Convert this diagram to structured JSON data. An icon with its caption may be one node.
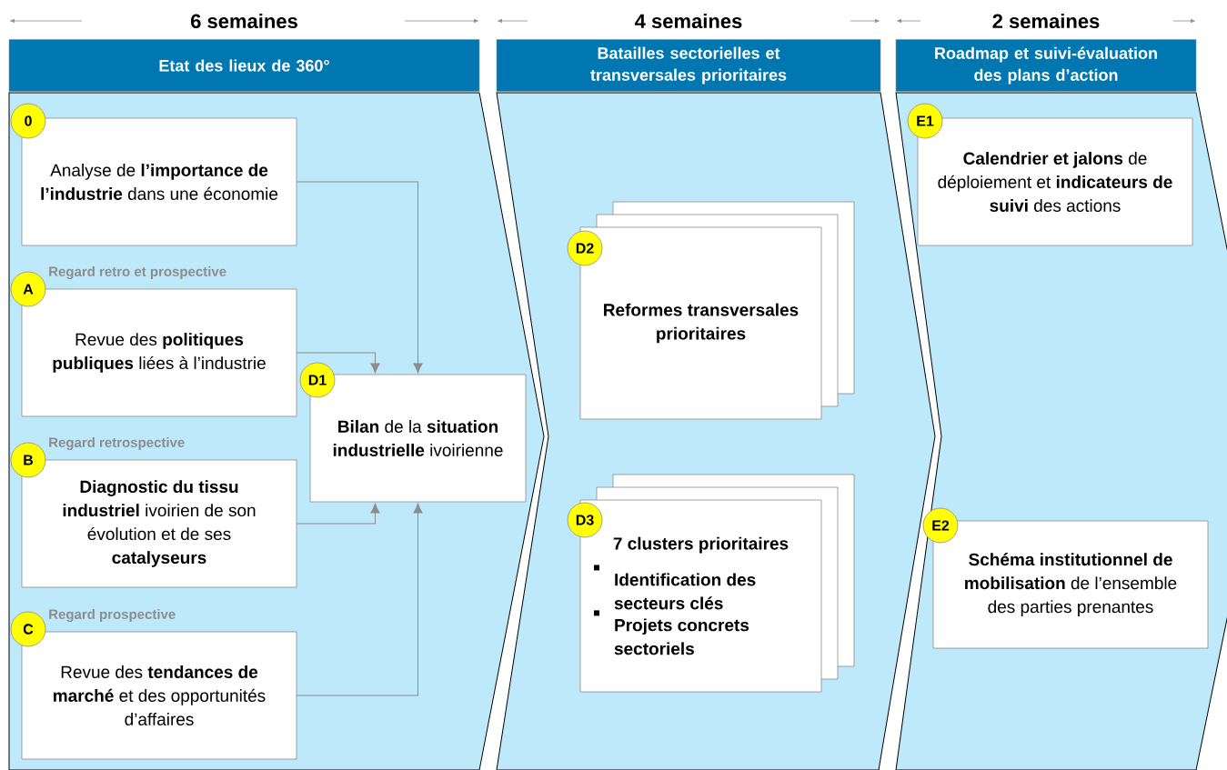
{
  "diagram": {
    "nodes": [
      {
        "text": [
          "Etat des lieux de 360°"
        ],
        "beside": [
          "6 semaines"
        ]
      },
      {
        "text": [
          "Batailles sectorielles et transversales prioritaires"
        ],
        "beside": [
          "4 semaines"
        ]
      },
      {
        "text": [
          "Roadmap et suivi-évaluation des plans d’action"
        ],
        "beside": [
          "2 semaines"
        ]
      },
      {
        "text": [],
        "shape": "chevron"
      },
      {
        "text": [
          "0"
        ],
        "in": 3
      },
      {
        "text": [
          "Analyse de **l’importance de l’industrie** dans une économie"
        ],
        "in": 3
      },
      {
        "text": [
          "A"
        ],
        "in": 3
      },
      {
        "text": [
          "Revue des **politiques publiques** liées à l’industrie"
        ],
        "in": 3,
        "beside": [
          "Regard retro et prospective"
        ]
      },
      {
        "text": [
          "B"
        ],
        "in": 3
      },
      {
        "text": [
          "**Diagnostic du tissu industriel** ivoirien de son évolution et de ses **catalyseurs**"
        ],
        "in": 3,
        "beside": [
          "Regard retrospective"
        ]
      },
      {
        "text": [
          "C"
        ],
        "in": 3
      },
      {
        "text": [
          "Revue des **tendances de marché** et des opportunités d’affaires"
        ],
        "in": 3,
        "beside": [
          "Regard prospective"
        ]
      },
      {
        "text": [
          "D1"
        ],
        "in": 3
      },
      {
        "text": [
          "**Bilan** de la **situation industrielle** ivoirienne"
        ],
        "in": 3
      },
      {
        "text": [],
        "shape": "chevron"
      },
      {
        "text": [
          "D2"
        ],
        "in": 14
      },
      {
        "text": [
          "Reformes transversales prioritaires"
        ],
        "in": 14
      },
      {
        "text": [
          "D3"
        ],
        "in": 14
      },
      {
        "text": [
          "7 clusters prioritaires",
          "Identification des secteurs clés",
          "Projets concrets sectoriels"
        ],
        "in": 14
      },
      {
        "text": [],
        "shape": "chevron"
      },
      {
        "text": [
          "E1"
        ],
        "in": 19
      },
      {
        "text": [
          "**Calendrier et jalons** de déploiement et **indicateurs de suivi** des actions"
        ],
        "in": 19
      },
      {
        "text": [
          "E2"
        ],
        "in": 19
      },
      {
        "text": [
          "**Schéma institutionnel de mobilisation** de l’ensemble des parties prenantes"
        ],
        "in": 19
      }
    ],
    "edges": [
      {
        "from": 5,
        "to": 13,
        "arrow": "to"
      },
      {
        "from": 7,
        "to": 13,
        "arrow": "to"
      },
      {
        "from": 9,
        "to": 13,
        "arrow": "to"
      },
      {
        "from": 11,
        "to": 13,
        "arrow": "to"
      }
    ]
  }
}
